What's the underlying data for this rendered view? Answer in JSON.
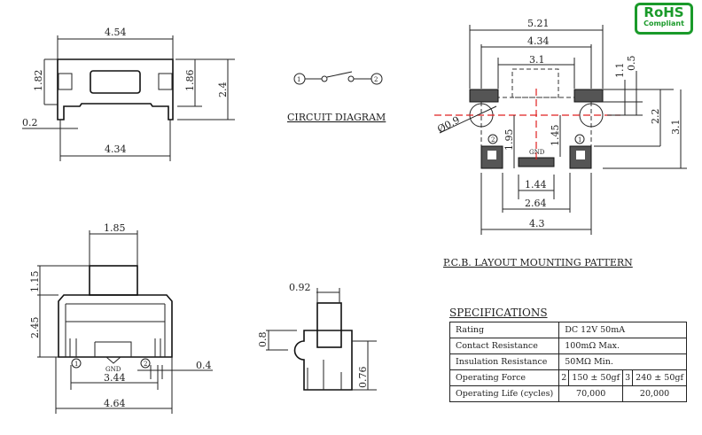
{
  "top_view": {
    "d1": "4.54",
    "d2": "1.82",
    "d3": "1.86",
    "d4": "2.4",
    "d5": "0.2",
    "d6": "4.34"
  },
  "circuit": {
    "pin1": "1",
    "pin2": "2",
    "label": "CIRCUIT DIAGRAM"
  },
  "front_view": {
    "d1": "1.85",
    "d2": "1.15",
    "d3": "2.45",
    "d4": "3.44",
    "d5": "4.64",
    "d6": "0.4",
    "pin1": "1",
    "pin2": "2",
    "gnd": "GND"
  },
  "side_view": {
    "d1": "0.92",
    "d2": "0.8",
    "d3": "0.76"
  },
  "pcb": {
    "d1": "5.21",
    "d2": "4.34",
    "d3": "3.1",
    "d4": "1.1",
    "d5": "0.5",
    "d6": "2.2",
    "d7": "3.1",
    "d8": "Ø0.9",
    "d9": "1.95",
    "d10": "1.45",
    "d11": "1.44",
    "d12": "2.64",
    "d13": "4.3",
    "pin1": "1",
    "pin2": "2",
    "gnd": "GND",
    "label": "P.C.B. LAYOUT MOUNTING PATTERN"
  },
  "rohs": {
    "line1": "RoHS",
    "line2": "Compliant"
  },
  "specifications": {
    "title": "SPECIFICATIONS",
    "rows": [
      {
        "label": "Rating",
        "value": "DC 12V 50mA"
      },
      {
        "label": "Contact Resistance",
        "value": "100mΩ Max."
      },
      {
        "label": "Insulation Resistance",
        "value": "50MΩ Min."
      },
      {
        "label": "Operating Force",
        "opt1": "2",
        "val1": "150 ± 50gf",
        "opt2": "3",
        "val2": "240 ± 50gf"
      },
      {
        "label": "Operating Life (cycles)",
        "val1": "70,000",
        "val2": "20,000"
      }
    ]
  }
}
